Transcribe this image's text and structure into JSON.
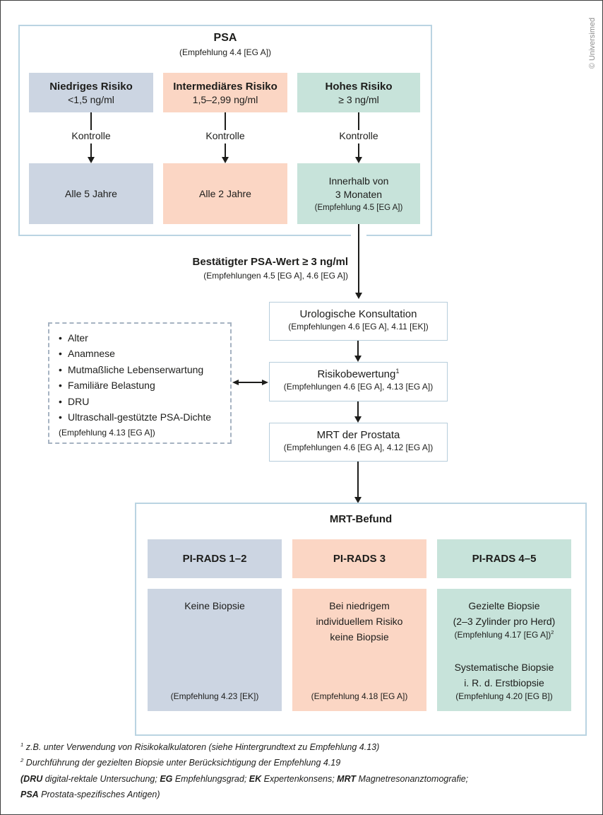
{
  "colors": {
    "c-low": "#ccd5e2",
    "c-mid": "#fbd6c4",
    "c-high": "#c7e3da",
    "c-frame": "#bad4e2",
    "c-boxborder": "#b7cddb",
    "c-dash": "#a6b3c2",
    "c-text": "#1d1d1b",
    "c-line": "#1d1d1b",
    "c-credit": "#8f8f8f"
  },
  "credit": "© Universimed",
  "psa_section": {
    "title": "PSA",
    "subtitle": "(Empfehlung 4.4 [EG A])",
    "columns": [
      {
        "title": "Niedriges Risiko",
        "value": "<1,5 ng/ml",
        "kontrolle": "Kontrolle",
        "action": "Alle 5 Jahre"
      },
      {
        "title": "Intermediäres Risiko",
        "value": "1,5–2,99 ng/ml",
        "kontrolle": "Kontrolle",
        "action": "Alle 2 Jahre"
      },
      {
        "title": "Hohes Risiko",
        "value": "≥ 3 ng/ml",
        "kontrolle": "Kontrolle",
        "action_line1": "Innerhalb von",
        "action_line2": "3 Monaten",
        "action_note": "(Empfehlung 4.5 [EG A])"
      }
    ]
  },
  "confirmed": {
    "title": "Bestätigter PSA-Wert ≥ 3 ng/ml",
    "subtitle": "(Empfehlungen 4.5 [EG A], 4.6 [EG A])"
  },
  "flow": {
    "urologic": {
      "title": "Urologische Konsultation",
      "subtitle": "(Empfehlungen 4.6 [EG A], 4.11 [EK])"
    },
    "risk_assessment": {
      "title": "Risikobewertung",
      "sup": "1",
      "subtitle": "(Empfehlungen 4.6 [EG A], 4.13 [EG A])"
    },
    "mrt": {
      "title": "MRT der Prostata",
      "subtitle": "(Empfehlungen 4.6 [EG A], 4.12 [EG A])"
    }
  },
  "factors_box": {
    "bullet": "•",
    "items": [
      "Alter",
      "Anamnese",
      "Mutmaßliche Lebenserwartung",
      "Familiäre Belastung",
      "DRU",
      "Ultraschall-gestützte PSA-Dichte"
    ],
    "note": "(Empfehlung 4.13 [EG A])"
  },
  "mrt_section": {
    "title": "MRT-Befund",
    "columns": [
      {
        "header": "PI-RADS 1–2",
        "body": "Keine Biopsie",
        "note": "(Empfehlung 4.23 [EK])"
      },
      {
        "header": "PI-RADS 3",
        "body_lines": [
          "Bei niedrigem",
          "individuellem Risiko",
          "keine Biopsie"
        ],
        "note": "(Empfehlung 4.18 [EG A])"
      },
      {
        "header": "PI-RADS 4–5",
        "block1_lines": [
          "Gezielte Biopsie",
          "(2–3 Zylinder pro Herd)"
        ],
        "block1_note": "(Empfehlung 4.17 [EG A])",
        "block1_note_sup": "2",
        "block2_lines": [
          "Systematische Biopsie",
          "i. R. d. Erstbiopsie"
        ],
        "note": "(Empfehlung 4.20 [EG B])"
      }
    ]
  },
  "footnotes": {
    "fn1_sup": "1",
    "fn1_text": " z.B. unter Verwendung von Risikokalkulatoren (siehe Hintergrundtext zu Empfehlung 4.13)",
    "fn2_sup": "2",
    "fn2_text": " Durchführung der gezielten Biopsie unter Berücksichtigung der Empfehlung 4.19",
    "glossary": [
      {
        "b": "(DRU",
        "t": " digital-rektale Untersuchung; "
      },
      {
        "b": "EG",
        "t": " Empfehlungsgrad; "
      },
      {
        "b": "EK",
        "t": " Expertenkonsens; "
      },
      {
        "b": "MRT",
        "t": " Magnetresonanztomografie;"
      },
      {
        "b": "PSA",
        "t": " Prostata-spezifisches Antigen)"
      }
    ]
  }
}
